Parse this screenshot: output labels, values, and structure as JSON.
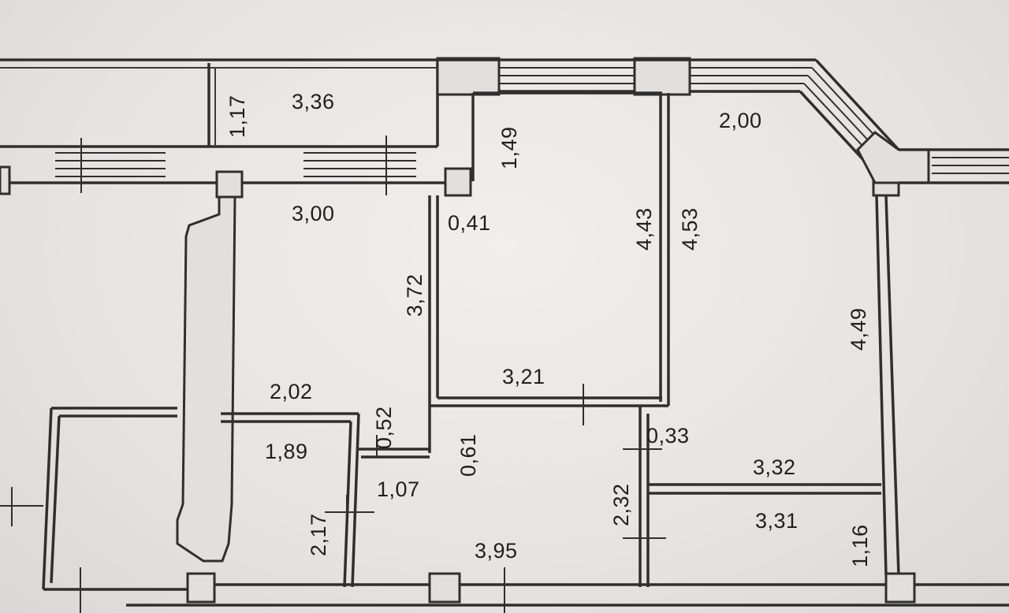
{
  "floor_plan": {
    "dimensions": {
      "d_1_17": "1,17",
      "d_3_36": "3,36",
      "d_2_00": "2,00",
      "d_1_49": "1,49",
      "d_3_00": "3,00",
      "d_0_41": "0,41",
      "d_4_43": "4,43",
      "d_4_53": "4,53",
      "d_3_72": "3,72",
      "d_4_49": "4,49",
      "d_3_21": "3,21",
      "d_2_02": "2,02",
      "d_0_52": "0,52",
      "d_0_61": "0,61",
      "d_0_33": "0,33",
      "d_1_89": "1,89",
      "d_1_07": "1,07",
      "d_3_32": "3,32",
      "d_2_32": "2,32",
      "d_2_17": "2,17",
      "d_3_31": "3,31",
      "d_1_16": "1,16",
      "d_3_95": "3,95"
    }
  }
}
